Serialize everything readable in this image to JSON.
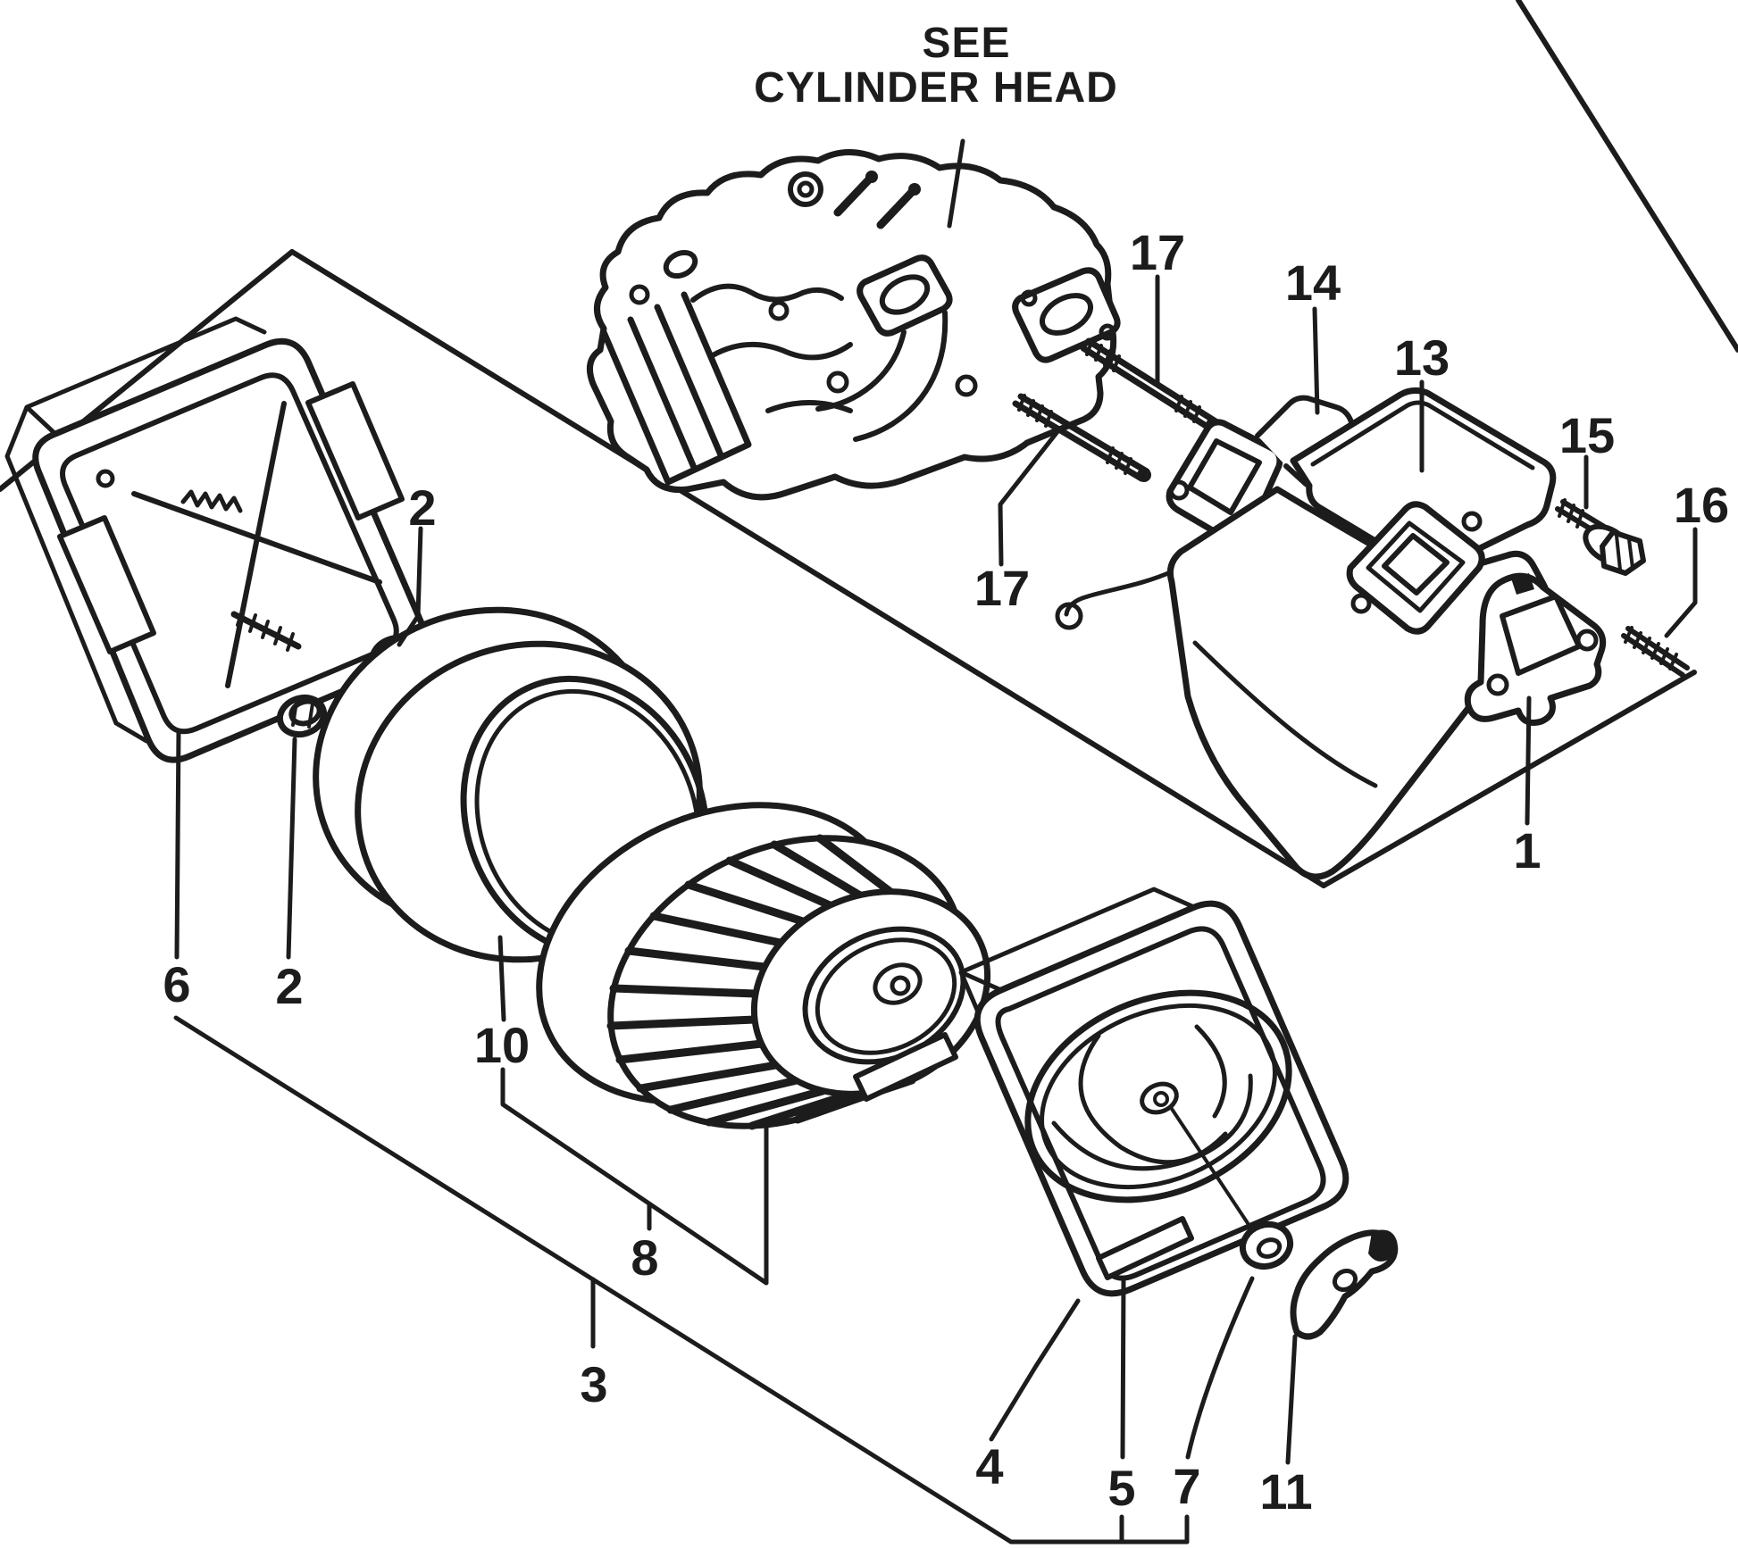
{
  "page": {
    "background": "#ffffff",
    "ink": "#1c1c1c"
  },
  "heading": {
    "line1": "SEE",
    "line2": "CYLINDER HEAD"
  },
  "callouts": [
    {
      "id": "1",
      "label": "1"
    },
    {
      "id": "2-upper",
      "label": "2"
    },
    {
      "id": "2-lower",
      "label": "2"
    },
    {
      "id": "3",
      "label": "3"
    },
    {
      "id": "4",
      "label": "4"
    },
    {
      "id": "5",
      "label": "5"
    },
    {
      "id": "6",
      "label": "6"
    },
    {
      "id": "7",
      "label": "7"
    },
    {
      "id": "8",
      "label": "8"
    },
    {
      "id": "10",
      "label": "10"
    },
    {
      "id": "11",
      "label": "11"
    },
    {
      "id": "13",
      "label": "13"
    },
    {
      "id": "14",
      "label": "14"
    },
    {
      "id": "15",
      "label": "15"
    },
    {
      "id": "16",
      "label": "16"
    },
    {
      "id": "17-upper",
      "label": "17"
    },
    {
      "id": "17-left",
      "label": "17"
    }
  ]
}
